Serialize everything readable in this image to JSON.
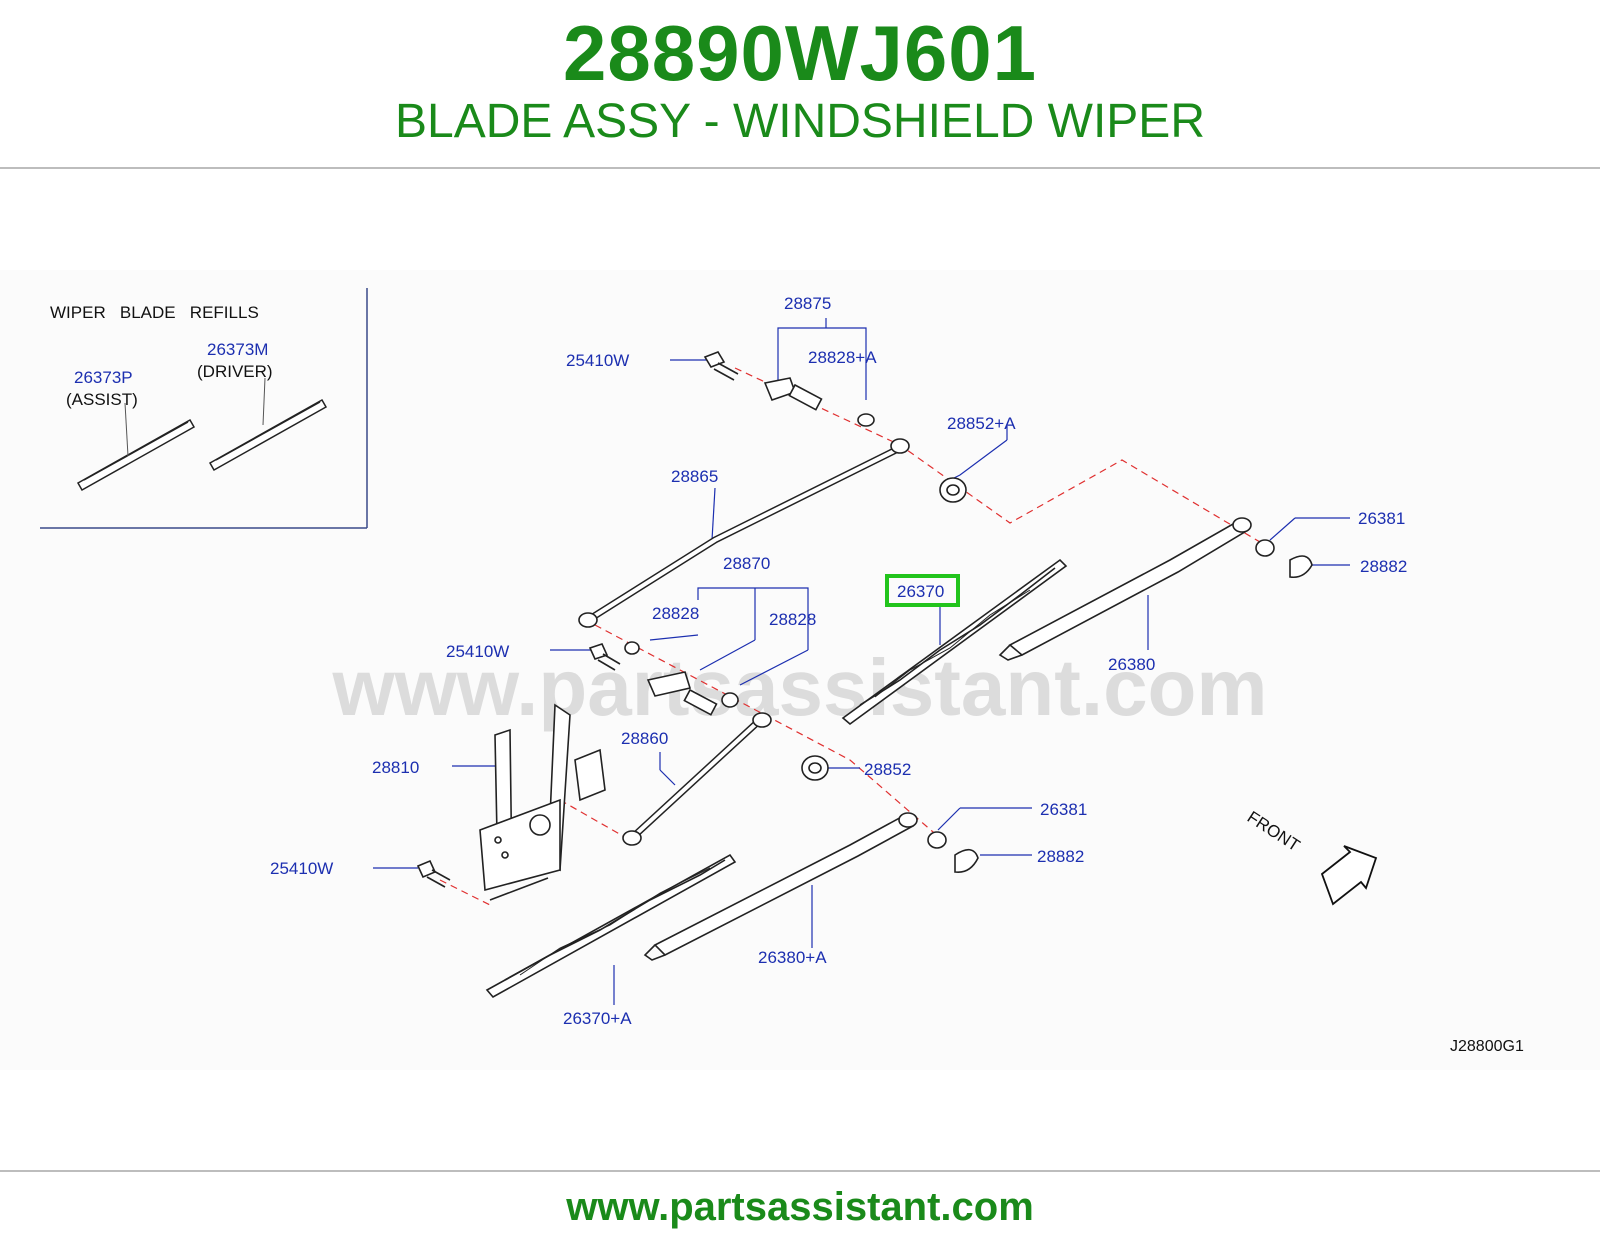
{
  "header": {
    "part_number": "28890WJ601",
    "part_title": "BLADE ASSY - WINDSHIELD WIPER"
  },
  "refills": {
    "heading": "WIPER   BLADE   REFILLS",
    "assist_number": "26373P",
    "assist_label": "(ASSIST)",
    "driver_number": "26373M",
    "driver_label": "(DRIVER)"
  },
  "callouts": {
    "c28875": "28875",
    "c25410w_top": "25410W",
    "c28828a": "28828+A",
    "c28852a": "28852+A",
    "c28865": "28865",
    "c26381_top": "26381",
    "c28882_top": "28882",
    "c28870": "28870",
    "c26370": "26370",
    "c28828_left": "28828",
    "c28828_right": "28828",
    "c25410w_mid": "25410W",
    "c26380": "26380",
    "c28860": "28860",
    "c28810": "28810",
    "c28852": "28852",
    "c26381_bottom": "26381",
    "c28882_bottom": "28882",
    "c25410w_bottom": "25410W",
    "c26380a": "26380+A",
    "c26370a": "26370+A"
  },
  "front_label": "FRONT",
  "diagram_code": "J28800G1",
  "watermark": "www.partsassistant.com",
  "footer_url": "www.partsassistant.com",
  "colors": {
    "brand_green": "#1a8a1a",
    "callout_blue": "#1c2fb0",
    "highlight_green": "#22c41c",
    "leader_red": "#e03030"
  },
  "highlighted_part": "26370"
}
